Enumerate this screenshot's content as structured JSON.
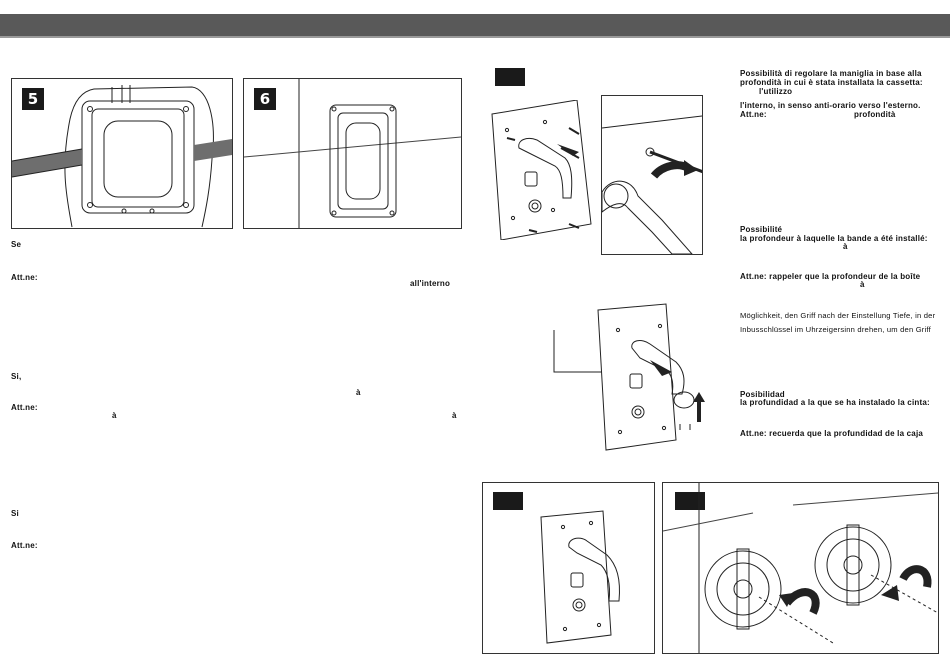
{
  "left": {
    "step5_badge": "5",
    "step6_badge": "6",
    "text_se": "Se",
    "text_attne_1": "Att.ne:",
    "text_allinterno": "all'interno",
    "text_si_1": "Si,",
    "text_a_1": "à",
    "text_attne_2": "Att.ne:",
    "text_a_2": "à",
    "text_a_3": "à",
    "text_si_2": "Si",
    "text_attne_3": "Att.ne:"
  },
  "right": {
    "it_line1": "Possibilità di regolare la maniglia in base alla",
    "it_line2": "profondità in cui è stata installata la cassetta:",
    "it_line3": "l'utilizzo",
    "it_line4": "l'interno, in senso anti-orario verso l'esterno.",
    "it_line5_label": "Att.ne:",
    "it_line5_word": "profondità",
    "fr_line1": "Possibilité",
    "fr_line2": "la profondeur à laquelle la bande a été installé:",
    "fr_line3": "à",
    "fr_line4": "Att.ne: rappeler que la profondeur de la boîte",
    "fr_line5": "à",
    "de_line1": "Möglichkeit, den Griff nach der Einstellung Tiefe, in der",
    "de_line2": "Inbusschlüssel im Uhrzeigersinn drehen, um den Griff",
    "es_line1": "Posibilidad",
    "es_line2": "la profundidad a la que se ha instalado la cinta:",
    "es_line3": "Att.ne: recuerda que la profundidad de la caja"
  }
}
